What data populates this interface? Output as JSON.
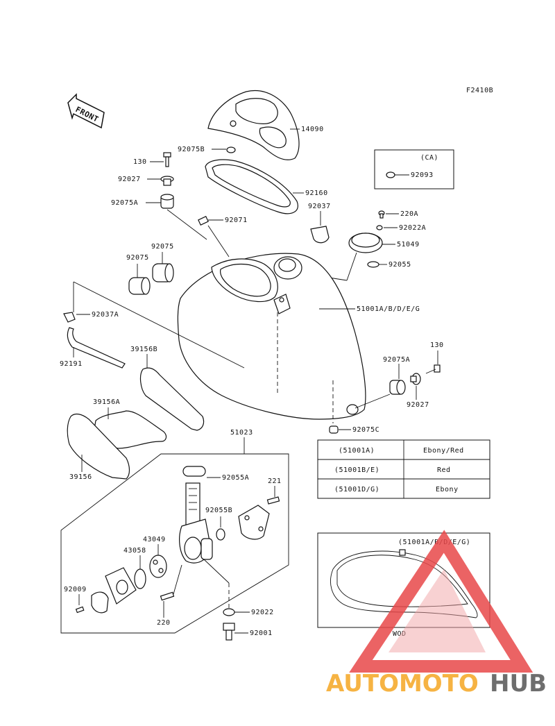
{
  "figure_code": "F2410B",
  "front_label": "FRONT",
  "parts": {
    "p14090": "14090",
    "p92075B": "92075B",
    "p130a": "130",
    "p92027a": "92027",
    "p92160": "92160",
    "p92075A_top": "92075A",
    "p92037": "92037",
    "p92071": "92071",
    "p220A": "220A",
    "p92022A": "92022A",
    "p51049": "51049",
    "p92055": "92055",
    "p92075_l": "92075",
    "p92075_r": "92075",
    "p92037A": "92037A",
    "p51001": "51001A/B/D/E/G",
    "p92191": "92191",
    "p39156B": "39156B",
    "p39156A": "39156A",
    "p39156": "39156",
    "p130b": "130",
    "p92075A_low": "92075A",
    "p92027b": "92027",
    "p92075C": "92075C",
    "p51023": "51023",
    "p92055A": "92055A",
    "p221": "221",
    "p92055B": "92055B",
    "p43049": "43049",
    "p43058": "43058",
    "p92009": "92009",
    "p220": "220",
    "p92022": "92022",
    "p92001": "92001"
  },
  "ca_box": {
    "title": "(CA)",
    "part": "92093"
  },
  "color_table": [
    {
      "model": "(51001A)",
      "color": "Ebony/Red"
    },
    {
      "model": "(51001B/E)",
      "color": "Red"
    },
    {
      "model": "(51001D/G)",
      "color": "Ebony"
    }
  ],
  "inset": {
    "title": "(51001A/B/D/E/G)",
    "label": "WOD"
  },
  "watermark": {
    "part1": "AUTOMOTO",
    "part2": "HUB",
    "color1": "#f5a623",
    "color2": "#555555",
    "logo_color": "#e8484a"
  }
}
